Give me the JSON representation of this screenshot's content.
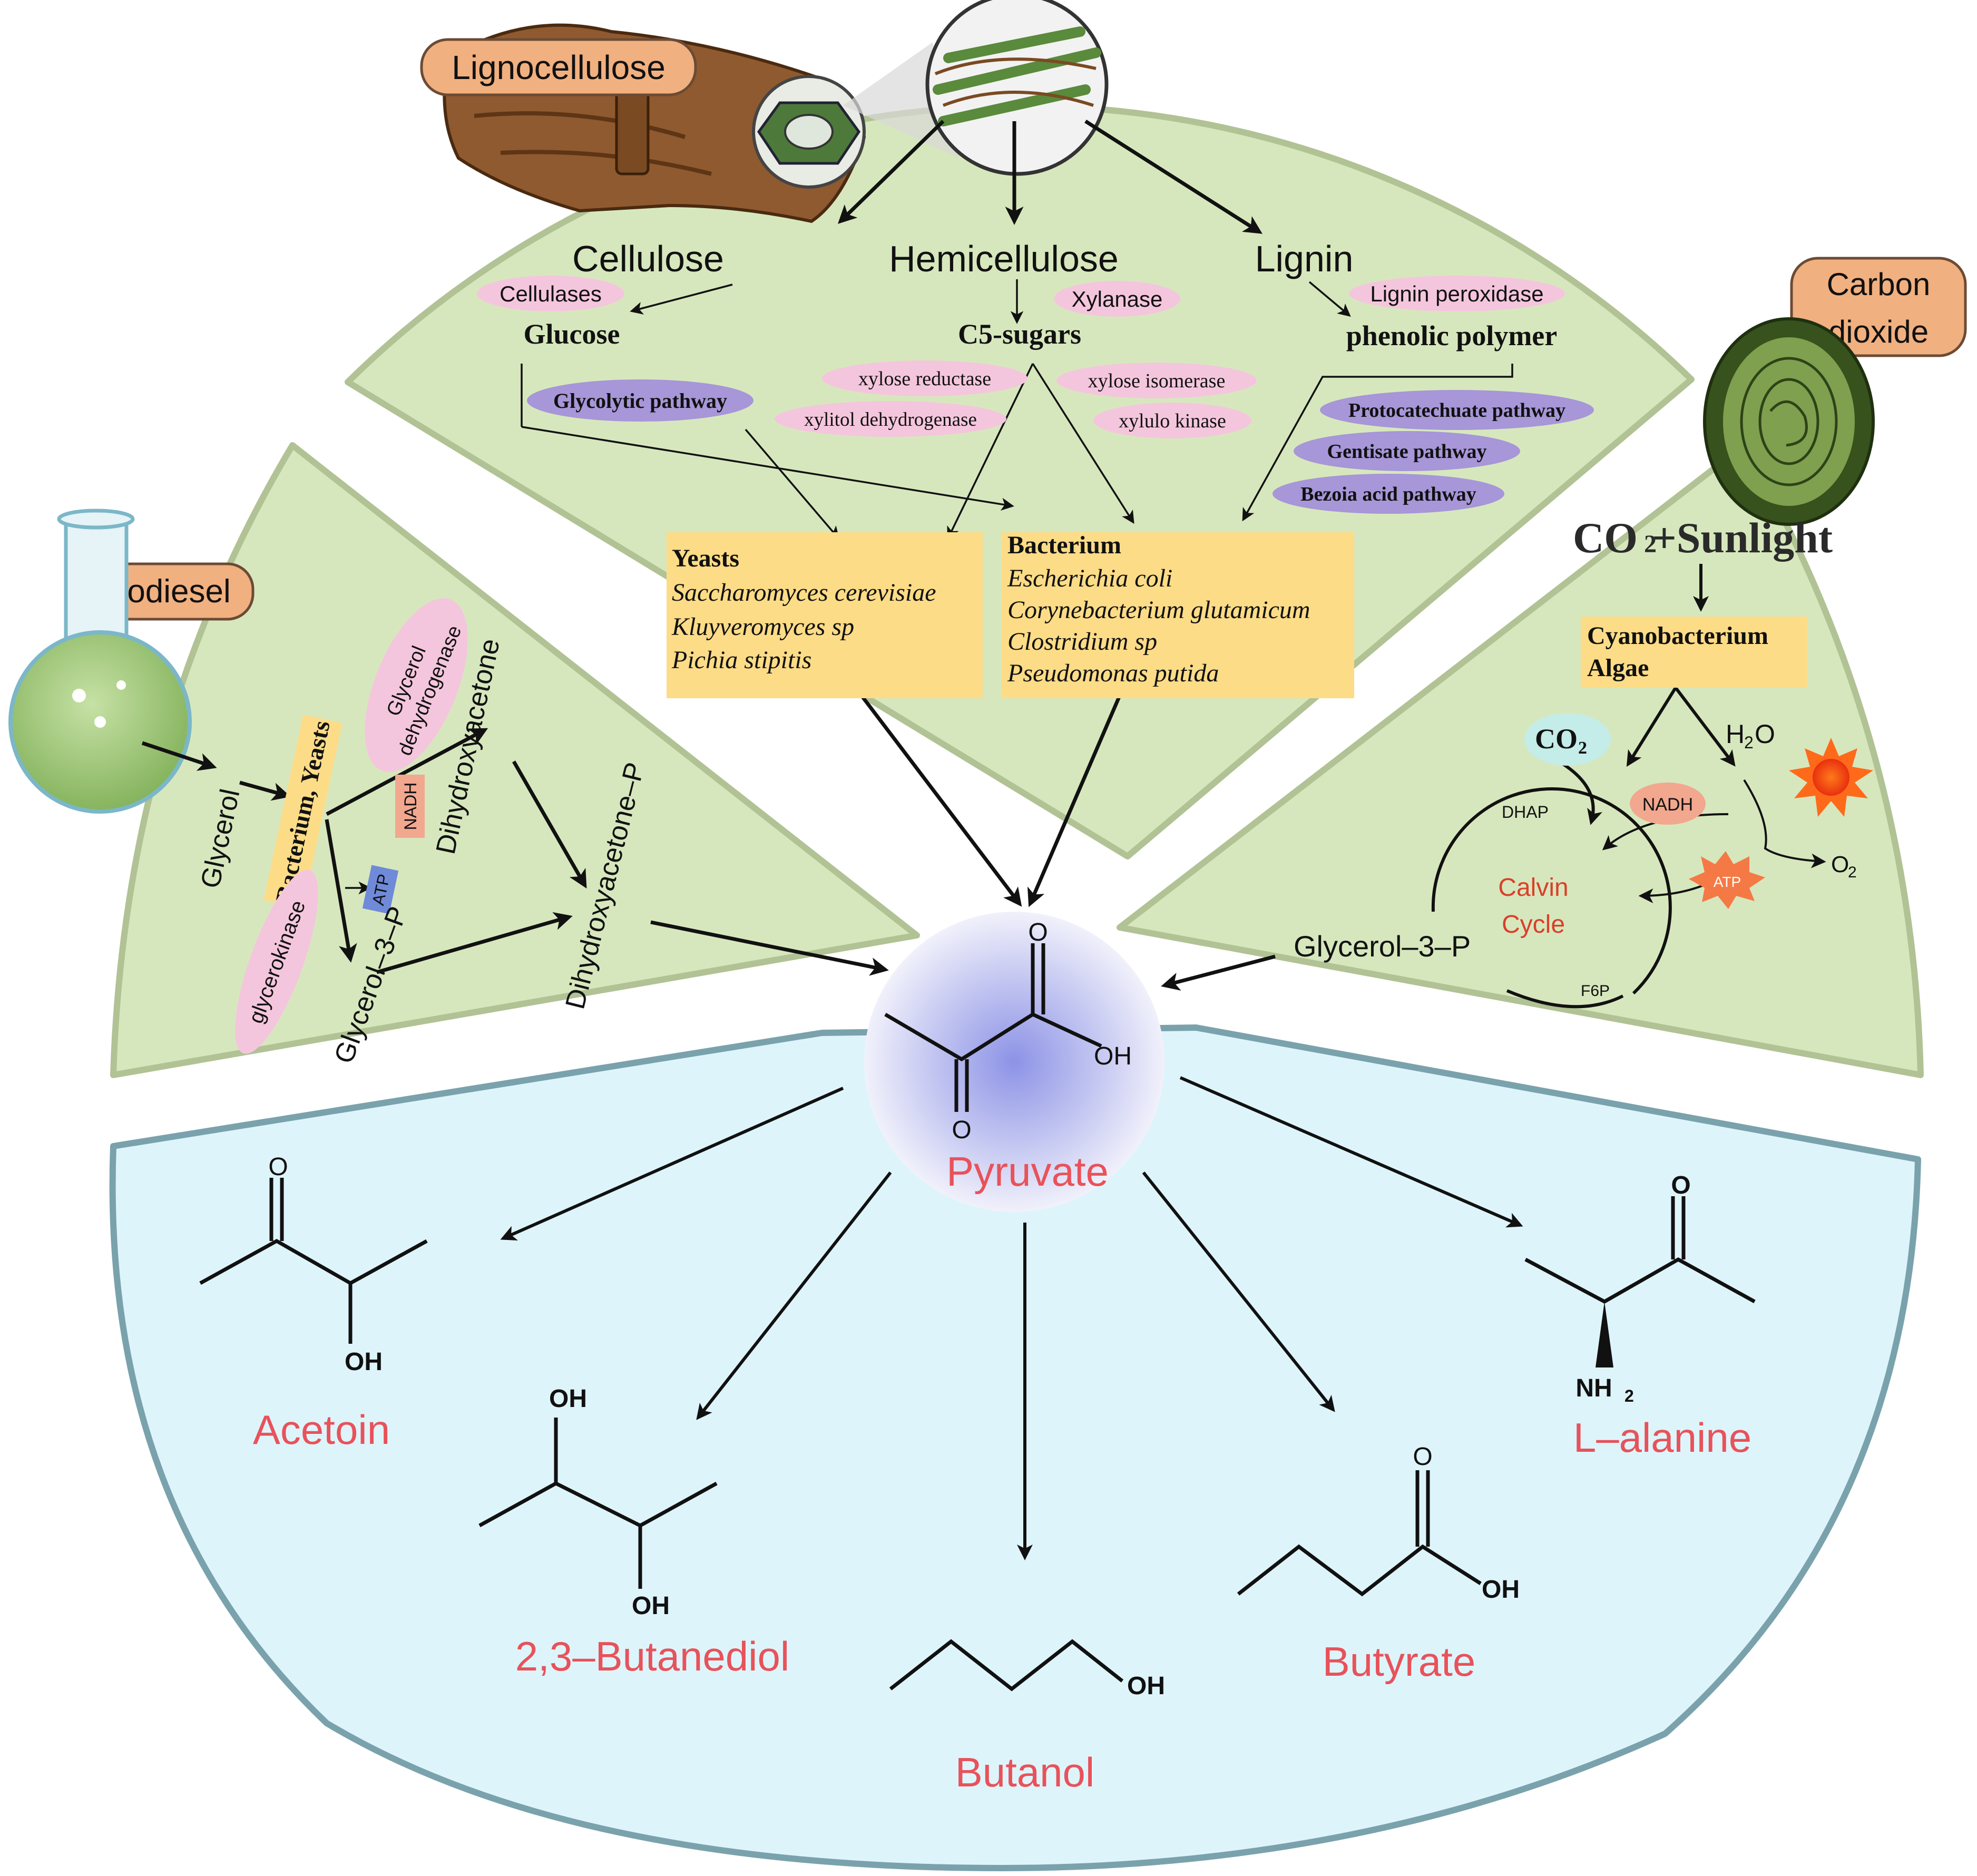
{
  "colors": {
    "sector_green": "#d7e7bd",
    "sector_green_edge": "#b1c294",
    "bottom_blue": "#def4fb",
    "bottom_blue_edge": "#7aa2ac",
    "pink_label": "#f4c6dd",
    "purple_label": "#a796d8",
    "org_box": "#fddc87",
    "source_tag": "#f1b07f",
    "product_red": "#e8525a",
    "calvin_red": "#d9402a"
  },
  "lignocellulose": {
    "tag": "Lignocellulose",
    "cellulose": "Cellulose",
    "hemicellulose": "Hemicellulose",
    "lignin": "Lignin",
    "cellulases": "Cellulases",
    "glucose": "Glucose",
    "glycolytic": "Glycolytic pathway",
    "xylanase": "Xylanase",
    "c5": "C5-sugars",
    "xylose_reductase": "xylose reductase",
    "xylitol_dh": "xylitol dehydrogenase",
    "xylose_isomerase": "xylose isomerase",
    "xylulo_kinase": "xylulo kinase",
    "lignin_peroxidase": "Lignin peroxidase",
    "phenolic": "phenolic polymer",
    "protocatechuate": "Protocatechuate pathway",
    "gentisate": "Gentisate pathway",
    "bezoia": "Bezoia acid pathway",
    "yeasts_title": "Yeasts",
    "yeasts": [
      "Saccharomyces cerevisiae",
      "Kluyveromyces  sp",
      "Pichia stipitis"
    ],
    "bacterium_title": "Bacterium",
    "bacteria": [
      "Escherichia coli",
      "Corynebacterium glutamicum",
      "Clostridium sp",
      "Pseudomonas putida"
    ]
  },
  "biodiesel": {
    "tag": "Biodiesel",
    "glycerol": "Glycerol",
    "organisms": "Bacterium, Yeasts",
    "glycerol_dh_1": "Glycerol",
    "glycerol_dh_2": "dehydrogenase",
    "nadh": "NADH",
    "dihydroxyacetone": "Dihydroxyacetone",
    "atp": "ATP",
    "glycerokinase": "glycerokinase",
    "glycerol3p": "Glycerol–3–P",
    "dhap": "Dihydroxyacetone–P"
  },
  "co2": {
    "tag_1": "Carbon",
    "tag_2": "dioxide",
    "co2_main": "CO",
    "co2_sub": "2",
    "sunlight": " +Sunlight",
    "cyano": "Cyanobacterium",
    "algae": "Algae",
    "co2_bubble_main": "CO",
    "co2_bubble_sub": "2",
    "h2o_h": "H",
    "h2o_sub": "2",
    "h2o_o": "O",
    "dhap": "DHAP",
    "nadh": "NADH",
    "calvin_1": "Calvin",
    "calvin_2": "Cycle",
    "atp": "ATP",
    "o2_main": "O",
    "o2_sub": "2",
    "f6p": "F6P",
    "glycerol3p": "Glycerol–3–P"
  },
  "pyruvate": {
    "label": "Pyruvate",
    "o_atom": "O",
    "oh": "OH",
    "o_ketone": "O"
  },
  "products": {
    "acetoin": {
      "label": "Acetoin",
      "o": "O",
      "oh": "OH"
    },
    "butanediol": {
      "label": "2,3–Butanediol",
      "oh1": "OH",
      "oh2": "OH"
    },
    "butanol": {
      "label": "Butanol",
      "oh": "OH"
    },
    "butyrate": {
      "label": "Butyrate",
      "o": "O",
      "oh": "OH"
    },
    "alanine": {
      "label": "L–alanine",
      "o": "O",
      "nh": "NH",
      "nh_sub": "2"
    }
  }
}
